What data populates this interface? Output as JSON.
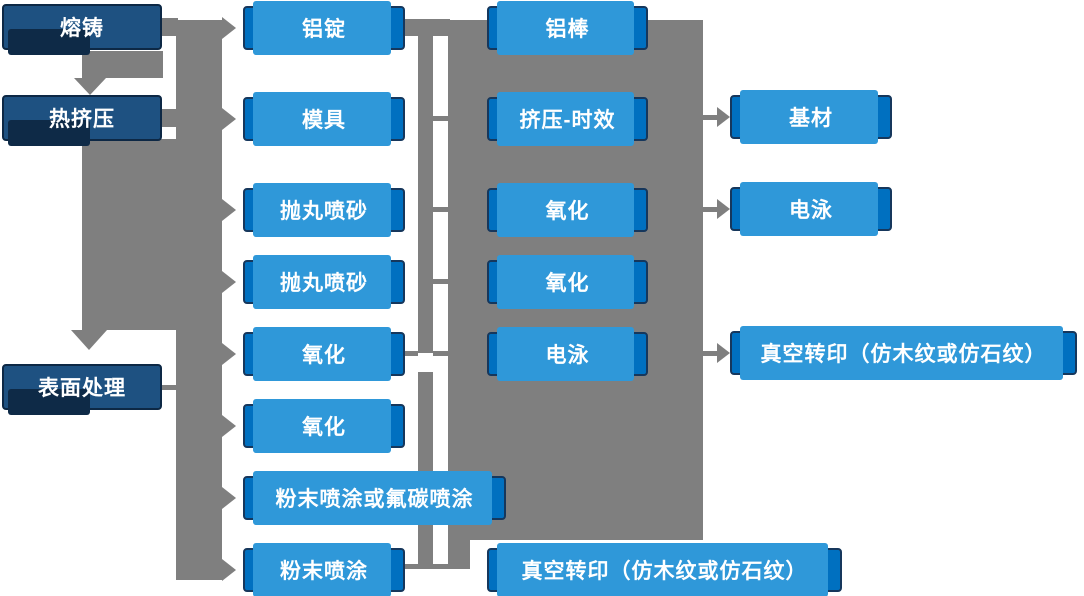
{
  "diagram_title": "",
  "colors": {
    "box_blue": "#0070C0",
    "box_dark": "#1E5181",
    "border_navy": "#16375C",
    "border_darker": "#0D2845",
    "shadow_light": "#2F98D9",
    "shadow_dark": "#0E2A47",
    "connector_gray": "#7F7F7F",
    "text_white": "#FFFFFF",
    "bg": "#FFFFFF"
  },
  "nodes": {
    "melting": {
      "label": "熔铸"
    },
    "hot_extrusion": {
      "label": "热挤压"
    },
    "surface_treatment": {
      "label": "表面处理"
    },
    "aluminum_ingot": {
      "label": "铝锭"
    },
    "mold": {
      "label": "模具"
    },
    "shot_blasting_1": {
      "label": "抛丸喷砂"
    },
    "shot_blasting_2": {
      "label": "抛丸喷砂"
    },
    "oxidation_1": {
      "label": "氧化"
    },
    "oxidation_2": {
      "label": "氧化"
    },
    "powder_or_fluorocarbon": {
      "label": "粉末喷涂或氟碳喷涂"
    },
    "powder_coating": {
      "label": "粉末喷涂"
    },
    "aluminum_rod": {
      "label": "铝棒"
    },
    "extrusion_aging": {
      "label": "挤压-时效"
    },
    "oxidation_3": {
      "label": "氧化"
    },
    "oxidation_4": {
      "label": "氧化"
    },
    "electrophoresis_1": {
      "label": "电泳"
    },
    "vacuum_transfer_bottom": {
      "label": "真空转印（仿木纹或仿石纹）"
    },
    "base_material": {
      "label": "基材"
    },
    "electrophoresis_2": {
      "label": "电泳"
    },
    "vacuum_transfer_right": {
      "label": "真空转印（仿木纹或仿石纹）"
    }
  }
}
